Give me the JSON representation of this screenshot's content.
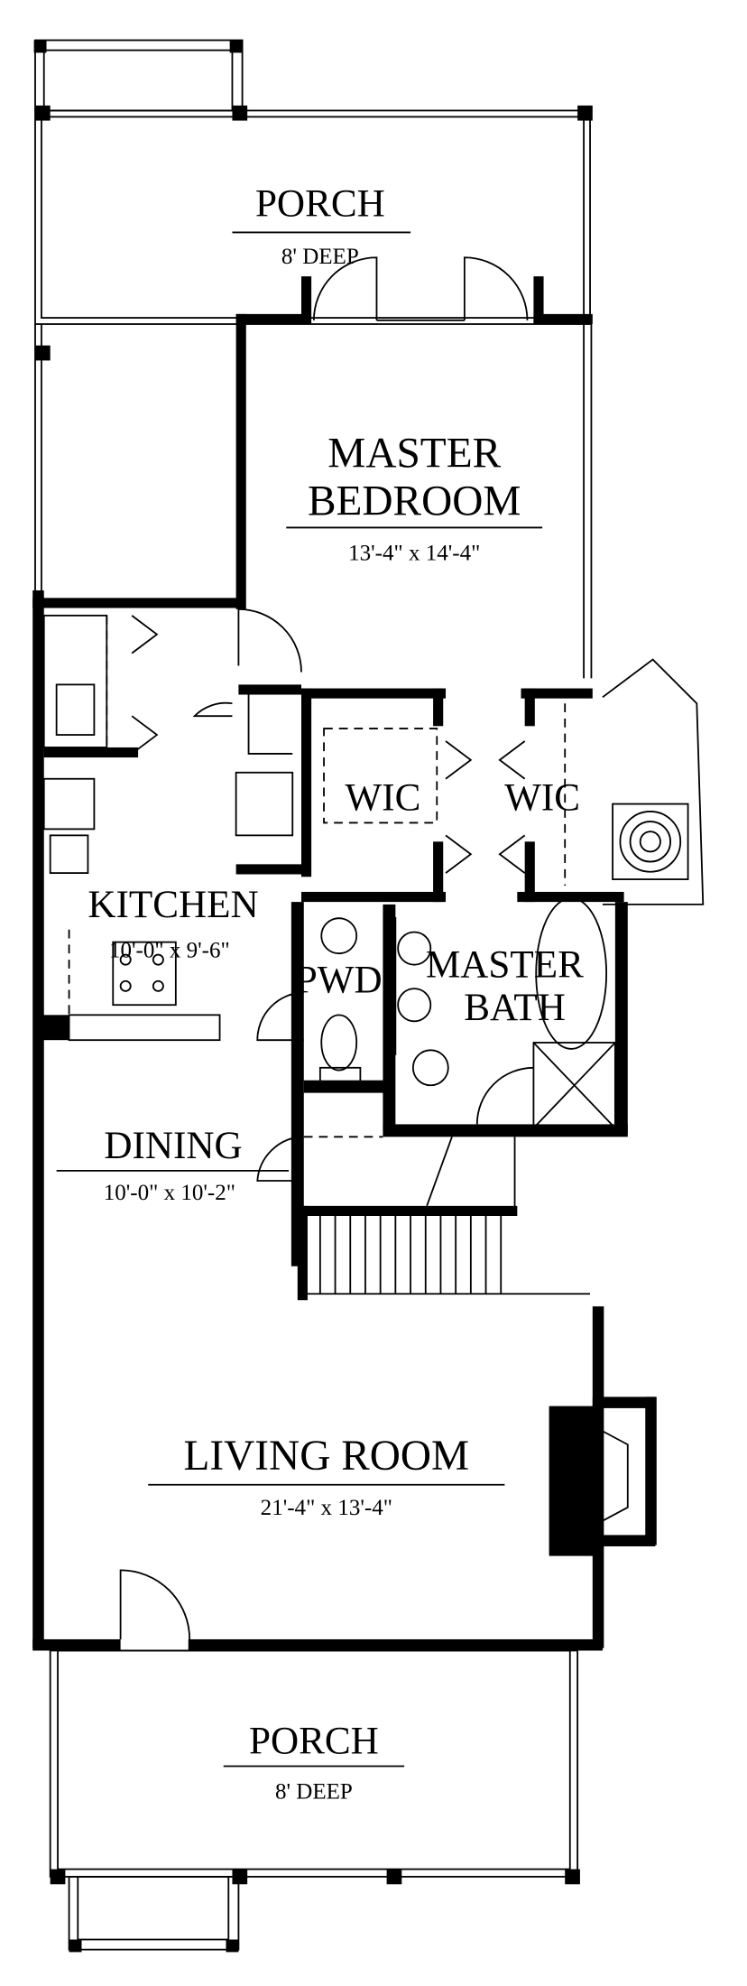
{
  "rooms": {
    "porch_top": {
      "name": "PORCH",
      "size": "8' DEEP"
    },
    "master_bedroom": {
      "name_line1": "MASTER",
      "name_line2": "BEDROOM",
      "size": "13'-4\" x 14'-4\""
    },
    "wic_left": {
      "name": "WIC"
    },
    "wic_right": {
      "name": "WIC"
    },
    "kitchen": {
      "name": "KITCHEN",
      "size": "10'-0\" x 9'-6\""
    },
    "powder": {
      "name": "PWD"
    },
    "master_bath": {
      "name_line1": "MASTER",
      "name_line2": "BATH"
    },
    "dining": {
      "name": "DINING",
      "size": "10'-0\" x 10'-2\""
    },
    "living_room": {
      "name": "LIVING ROOM",
      "size": "21'-4\" x 13'-4\""
    },
    "porch_bottom": {
      "name": "PORCH",
      "size": "8' DEEP"
    }
  },
  "colors": {
    "ink": "#000000",
    "paper": "#ffffff"
  }
}
